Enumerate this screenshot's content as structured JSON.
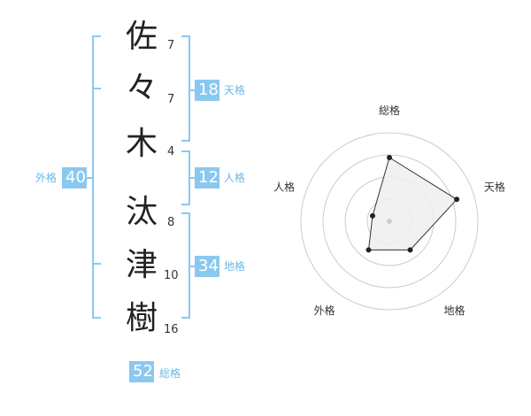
{
  "name_chars": [
    {
      "char": "佐",
      "strokes": "7"
    },
    {
      "char": "々",
      "strokes": "7"
    },
    {
      "char": "木",
      "strokes": "4"
    },
    {
      "char": "汰",
      "strokes": "8"
    },
    {
      "char": "津",
      "strokes": "10"
    },
    {
      "char": "樹",
      "strokes": "16"
    }
  ],
  "fortunes": {
    "tenkaku": {
      "value": "18",
      "label": "天格"
    },
    "jinkaku": {
      "value": "12",
      "label": "人格"
    },
    "chikaku": {
      "value": "34",
      "label": "地格"
    },
    "gaikaku": {
      "value": "40",
      "label": "外格"
    },
    "soukaku": {
      "value": "52",
      "label": "総格"
    }
  },
  "chart_data": {
    "type": "radar",
    "axes": [
      "総格",
      "天格",
      "地格",
      "外格",
      "人格"
    ],
    "values": [
      0.72,
      0.8,
      0.4,
      0.4,
      0.2
    ],
    "range": [
      0,
      1
    ],
    "rings": 4,
    "fill_color": "#eeeeee",
    "line_color": "#333333",
    "ring_color": "#cccccc"
  }
}
